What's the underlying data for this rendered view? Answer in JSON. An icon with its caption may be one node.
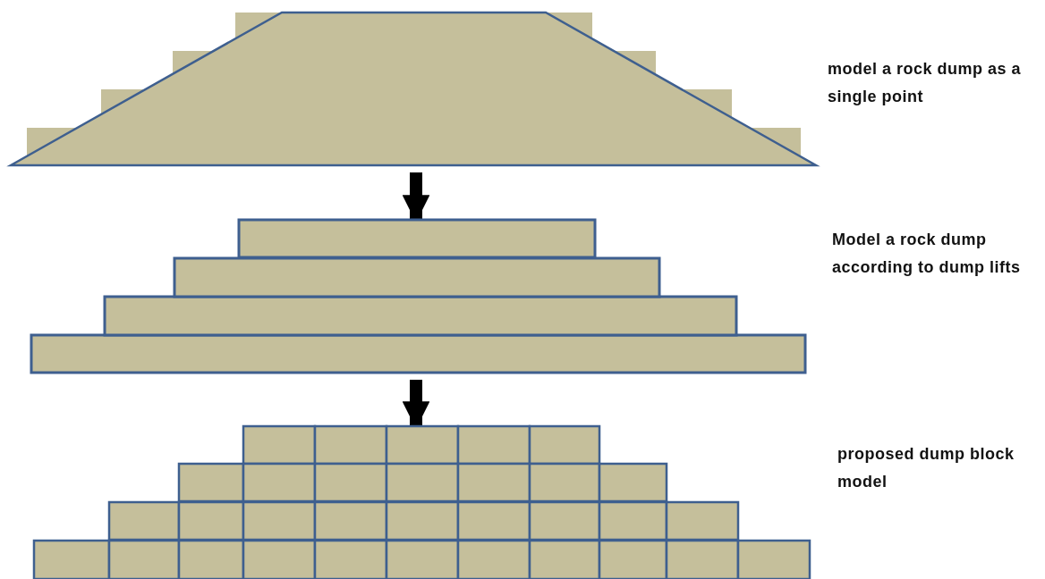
{
  "diagram": {
    "nodes": [
      {
        "text": [],
        "shape": "trapezoid",
        "beside": [
          "model a rock dump as a single point"
        ]
      },
      {
        "text": [],
        "shape": "steps",
        "beside": [
          "Model a rock dump according to dump lifts"
        ]
      },
      {
        "text": [],
        "shape": "blocks",
        "beside": [
          "proposed dump block model"
        ]
      }
    ],
    "edges": [
      {
        "from": 0,
        "to": 1,
        "arrow": "to"
      },
      {
        "from": 1,
        "to": 2,
        "arrow": "to"
      }
    ]
  }
}
